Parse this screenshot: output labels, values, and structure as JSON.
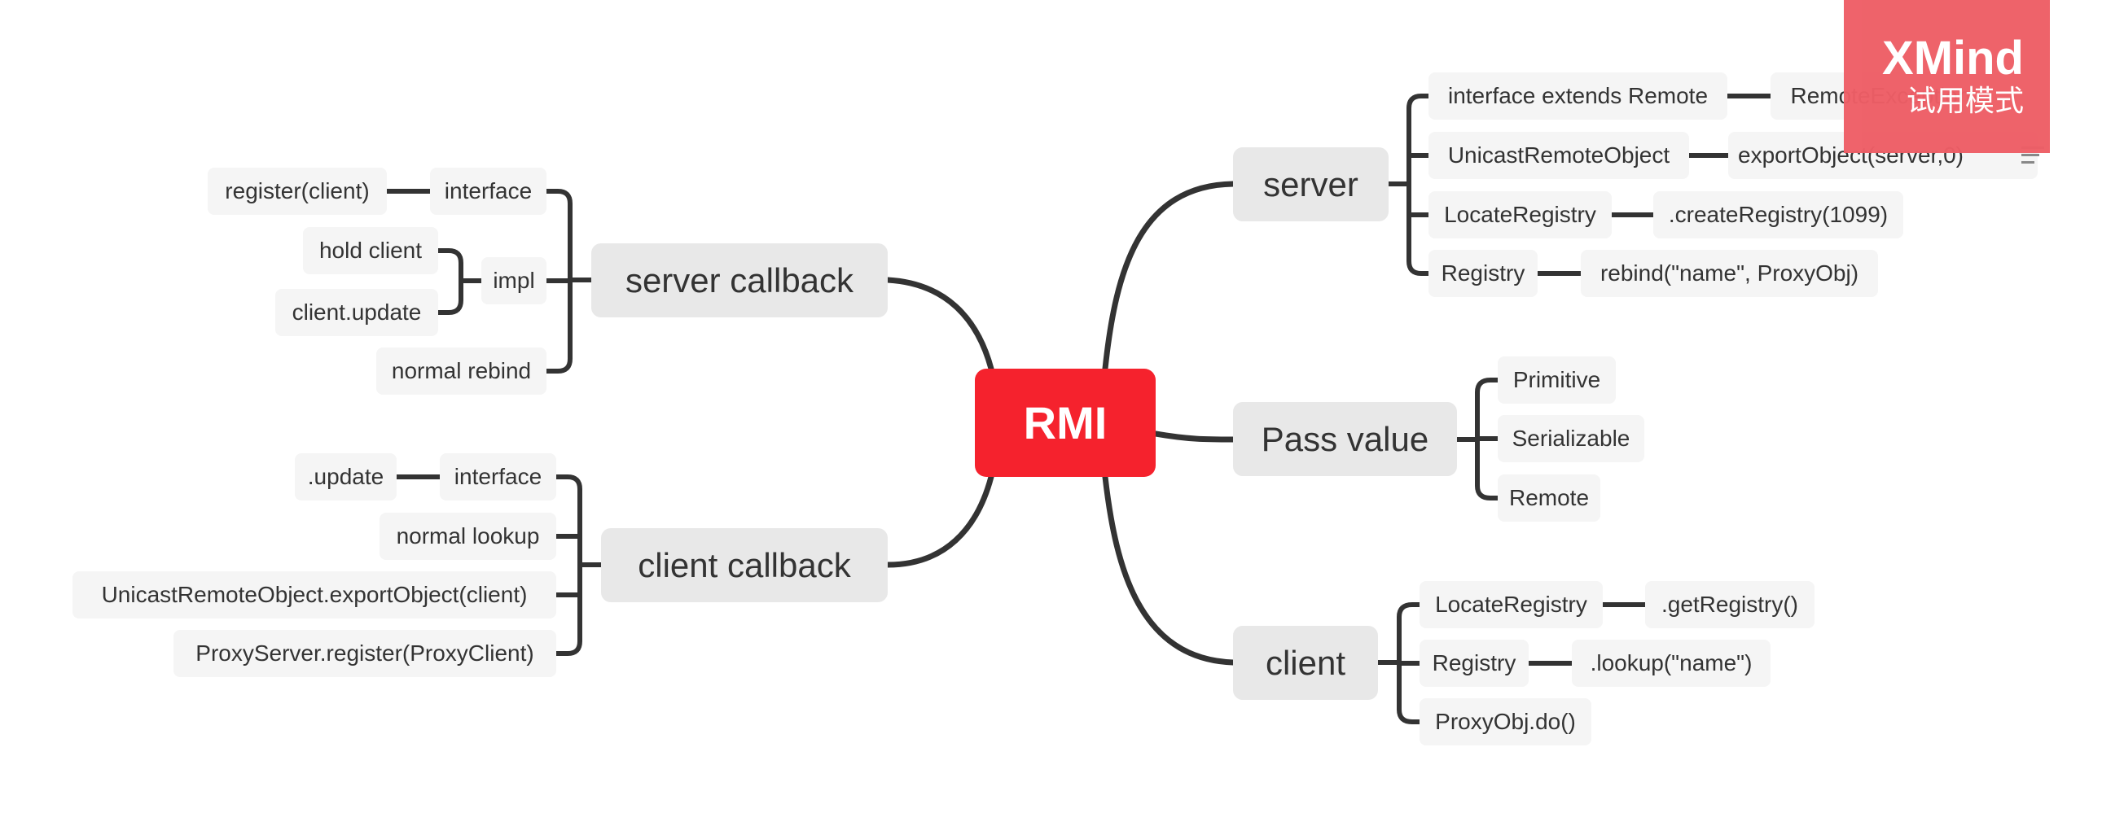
{
  "root": {
    "label": "RMI",
    "color": "#f5222d"
  },
  "branches": {
    "server": {
      "label": "server",
      "children": [
        {
          "label": "interface extends Remote",
          "child": "RemoteException"
        },
        {
          "label": "UnicastRemoteObject",
          "child": "exportObject(server,0)"
        },
        {
          "label": "LocateRegistry",
          "child": ".createRegistry(1099)"
        },
        {
          "label": "Registry",
          "child": "rebind(\"name\", ProxyObj)"
        }
      ]
    },
    "pass_value": {
      "label": "Pass value",
      "children": [
        {
          "label": "Primitive"
        },
        {
          "label": "Serializable"
        },
        {
          "label": "Remote"
        }
      ]
    },
    "client": {
      "label": "client",
      "children": [
        {
          "label": "LocateRegistry",
          "child": ".getRegistry()"
        },
        {
          "label": "Registry",
          "child": ".lookup(\"name\")"
        },
        {
          "label": "ProxyObj.do()"
        }
      ]
    },
    "server_callback": {
      "label": "server callback",
      "interface": {
        "label": "interface",
        "child": "register(client)"
      },
      "impl": {
        "label": "impl",
        "children": [
          "hold client",
          "client.update"
        ]
      },
      "other": "normal rebind"
    },
    "client_callback": {
      "label": "client callback",
      "interface": {
        "label": "interface",
        "child": ".update"
      },
      "others": [
        "normal lookup",
        "UnicastRemoteObject.exportObject(client)",
        "ProxyServer.register(ProxyClient)"
      ]
    }
  },
  "watermark": {
    "title": "XMind",
    "subtitle": "试用模式"
  },
  "colors": {
    "line": "#333333",
    "node_main": "#e8e8e8",
    "node_leaf": "#f5f5f5",
    "watermark": "#ee5e66"
  },
  "icons": {
    "topic_menu": "menu-lines-icon"
  }
}
